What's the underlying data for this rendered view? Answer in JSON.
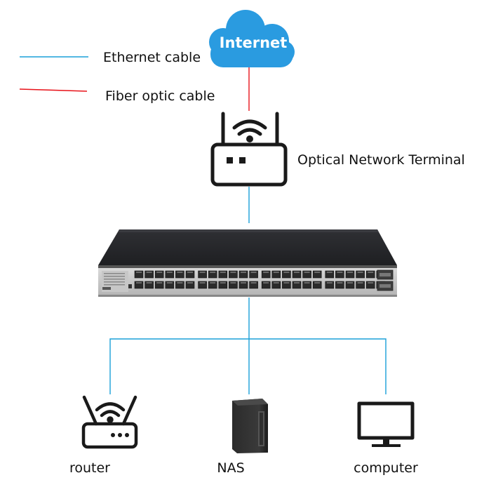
{
  "legend": {
    "ethernet": {
      "label": "Ethernet cable",
      "color": "#1aa0d8"
    },
    "fiber": {
      "label": "Fiber optic cable",
      "color": "#e8141b"
    }
  },
  "cloud": {
    "label": "Internet",
    "color": "#2a9be0",
    "icon": "cloud-icon"
  },
  "ont": {
    "label": "Optical Network Terminal",
    "icon": "ont-router-icon"
  },
  "switch": {
    "icon": "network-switch-icon"
  },
  "devices": [
    {
      "label": "router",
      "icon": "wifi-router-icon"
    },
    {
      "label": "NAS",
      "icon": "nas-tower-icon"
    },
    {
      "label": "computer",
      "icon": "monitor-icon"
    }
  ],
  "colors": {
    "device_stroke": "#1a1a1a",
    "switch_body": "#2a2b2f"
  }
}
